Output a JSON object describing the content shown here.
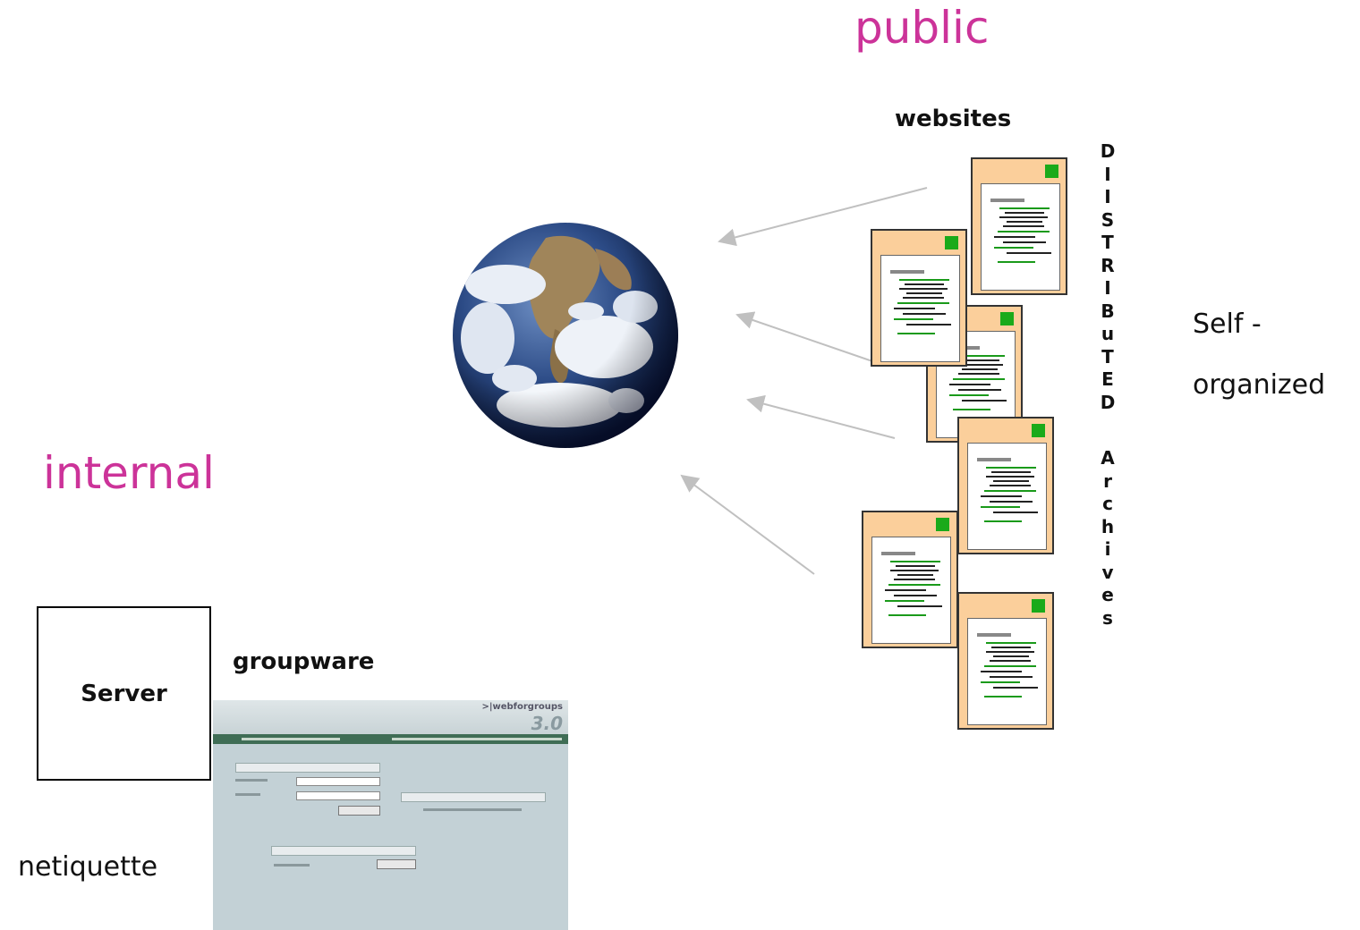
{
  "labels": {
    "public": "public",
    "internal": "internal",
    "websites": "websites",
    "server": "Server",
    "groupware": "groupware",
    "netiquette": "netiquette",
    "self": "Self -",
    "organized": "organized"
  },
  "vertical_letters": [
    "D",
    "I",
    "I",
    "S",
    "T",
    "R",
    "I",
    "B",
    "u",
    "T",
    "E",
    "D",
    "",
    "A",
    "r",
    "c",
    "h",
    "i",
    "v",
    "e",
    "s"
  ],
  "groupware_screen": {
    "brand": ">|webforgroups",
    "version": "3.0"
  },
  "colors": {
    "heading": "#cc3399",
    "doc_fill": "#fbcf9b",
    "doc_marker": "#1aaa1a",
    "arrow": "#c0c0c0"
  },
  "icons": [
    "earth-globe-icon",
    "web-document-icon"
  ]
}
